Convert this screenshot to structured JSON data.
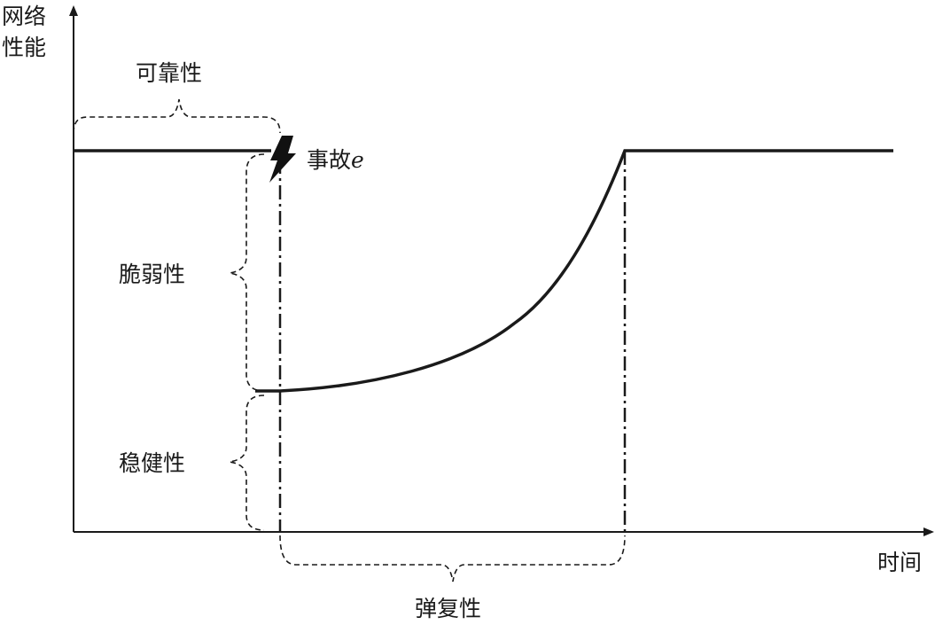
{
  "y_axis_label": [
    "网络",
    "性能"
  ],
  "x_axis_label": "时间",
  "event_label": {
    "text": "事故",
    "var": "e"
  },
  "braces": {
    "reliability": "可靠性",
    "vulnerability": "脆弱性",
    "robustness": "稳健性",
    "resilience": "弹复性"
  },
  "colors": {
    "line": "#1a1a1a",
    "background": "#ffffff"
  }
}
